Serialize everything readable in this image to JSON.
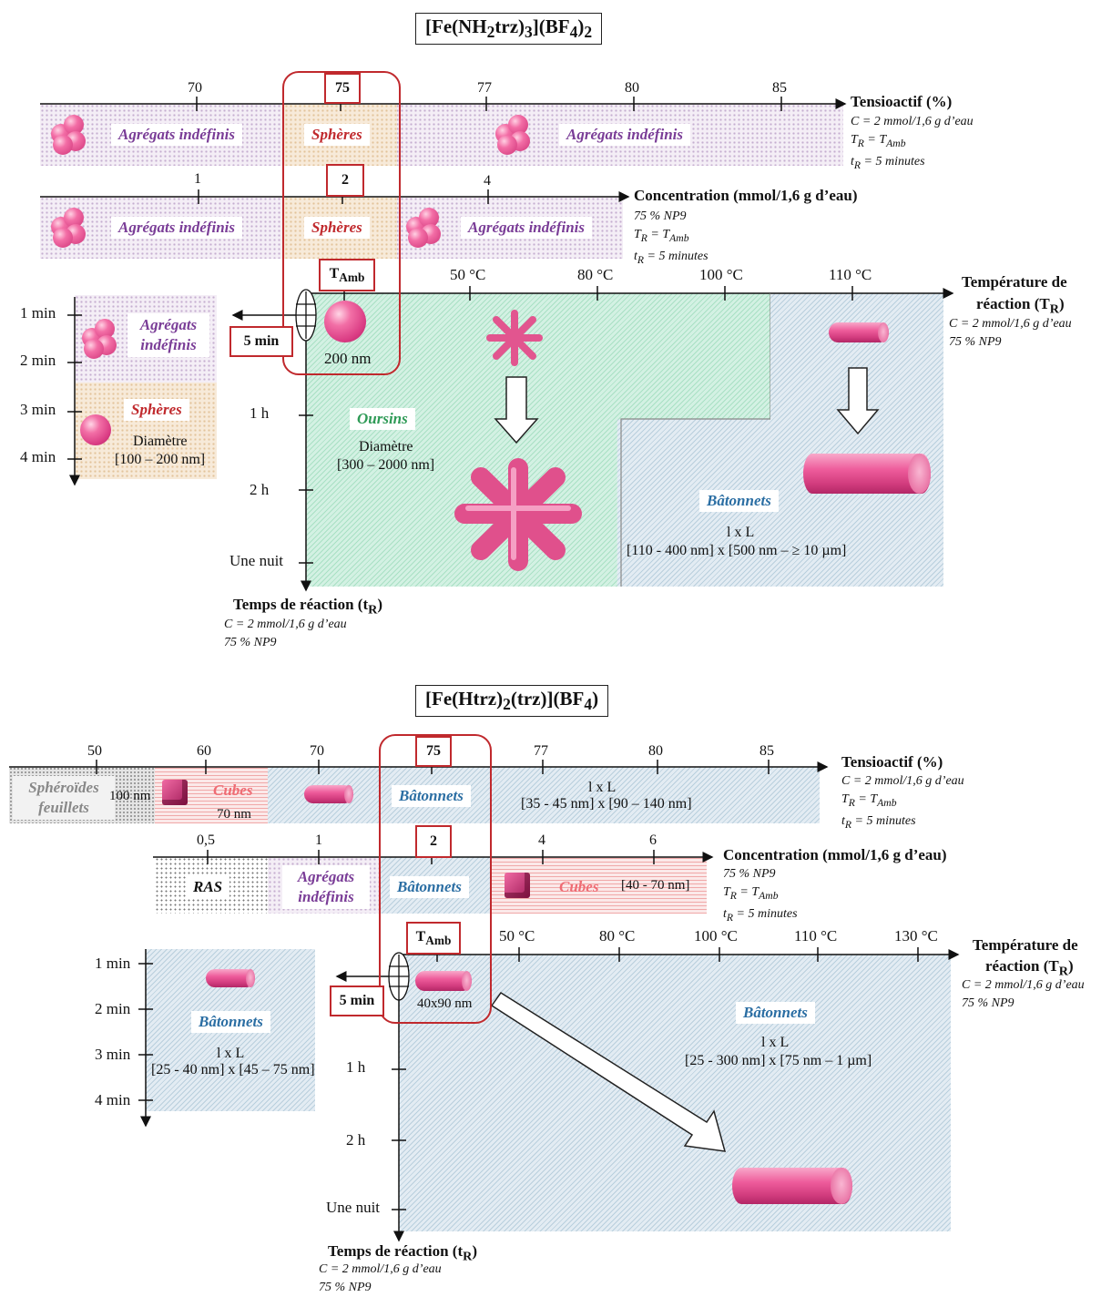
{
  "colors": {
    "accent": "#c0292d",
    "particle": "#ef5f9e",
    "purple": "#7a3d97",
    "blue": "#2b6ea3",
    "green": "#2e9a56"
  },
  "top": {
    "title": "[Fe(NH<sub>2</sub>trz)<sub>3</sub>](BF<sub>4</sub>)<sub>2</sub>",
    "surfactant_axis": {
      "label": "Tensioactif (%)",
      "ticks": [
        "70",
        "75",
        "77",
        "80",
        "85"
      ],
      "highlight": "75",
      "conditions": [
        "C = 2 mmol/1,6 g d’eau",
        "T<sub>R</sub> = T<sub>Amb</sub>",
        "t<sub>R</sub> = 5 minutes"
      ],
      "regions": [
        "Agrégats indéfinis",
        "Sphères",
        "Agrégats indéfinis"
      ]
    },
    "concentration_axis": {
      "label": "Concentration (mmol/1,6 g d’eau)",
      "ticks": [
        "1",
        "2",
        "4"
      ],
      "highlight": "2",
      "conditions": [
        "75 % NP9",
        "T<sub>R</sub> = T<sub>Amb</sub>",
        "t<sub>R</sub> = 5 minutes"
      ],
      "regions": [
        "Agrégats indéfinis",
        "Sphères",
        "Agrégats indéfinis"
      ]
    },
    "temperature_axis": {
      "label_line1": "Température de",
      "label_line2": "réaction (T<sub>R</sub>)",
      "ticks": [
        "50 °C",
        "80 °C",
        "100 °C",
        "110 °C"
      ],
      "highlight": "T<sub>Amb</sub>",
      "conditions": [
        "C = 2 mmol/1,6 g d’eau",
        "75 % NP9"
      ]
    },
    "time_axis": {
      "label": "Temps de réaction (t<sub>R</sub>)",
      "ticks": [
        "1 h",
        "2 h",
        "Une nuit"
      ],
      "highlight": "5 min",
      "conditions": [
        "C = 2 mmol/1,6 g d’eau",
        "75 % NP9"
      ]
    },
    "short_time_axis": {
      "ticks": [
        "1 min",
        "2 min",
        "3 min",
        "4 min"
      ],
      "regions": [
        "Agrégats indéfinis",
        "Sphères"
      ],
      "sphere_size_label": "Diamètre",
      "sphere_size": "[100 – 200 nm]"
    },
    "sphere_size": "200 nm",
    "urchins": {
      "label": "Oursins",
      "size_label": "Diamètre",
      "size": "[300 – 2000 nm]"
    },
    "rods": {
      "label": "Bâtonnets",
      "dims_label": "l x L",
      "dims": "[110 - 400 nm] x [500 nm – ≥ 10 µm]"
    }
  },
  "bottom": {
    "title": "[Fe(Htrz)<sub>2</sub>(trz)](BF<sub>4</sub>)",
    "surfactant_axis": {
      "label": "Tensioactif (%)",
      "ticks": [
        "50",
        "60",
        "70",
        "75",
        "77",
        "80",
        "85"
      ],
      "highlight": "75",
      "conditions": [
        "C = 2 mmol/1,6 g d’eau",
        "T<sub>R</sub> = T<sub>Amb</sub>",
        "t<sub>R</sub> = 5 minutes"
      ],
      "regions": {
        "spheroids": "Sphéroïdes feuillets",
        "spheroid_size": "100 nm",
        "cubes": "Cubes",
        "cube_size": "70 nm",
        "rods": "Bâtonnets",
        "rods_dims_label": "l x L",
        "rods_dims": "[35 - 45 nm] x [90 – 140 nm]"
      }
    },
    "concentration_axis": {
      "label": "Concentration (mmol/1,6 g d’eau)",
      "ticks": [
        "0,5",
        "1",
        "2",
        "4",
        "6"
      ],
      "highlight": "2",
      "conditions": [
        "75 % NP9",
        "T<sub>R</sub> = T<sub>Amb</sub>",
        "t<sub>R</sub> = 5 minutes"
      ],
      "regions": {
        "ras": "RAS",
        "aggregates": "Agrégats indéfinis",
        "rods": "Bâtonnets",
        "cubes": "Cubes",
        "cube_size": "[40 - 70 nm]"
      }
    },
    "temperature_axis": {
      "label_line1": "Température de",
      "label_line2": "réaction (T<sub>R</sub>)",
      "ticks": [
        "50 °C",
        "80 °C",
        "100 °C",
        "110 °C",
        "130 °C"
      ],
      "highlight": "T<sub>Amb</sub>",
      "conditions": [
        "C = 2 mmol/1,6 g d’eau",
        "75 % NP9"
      ]
    },
    "time_axis": {
      "label": "Temps de réaction (t<sub>R</sub>)",
      "ticks": [
        "1 h",
        "2 h",
        "Une nuit"
      ],
      "highlight": "5 min",
      "conditions": [
        "C = 2 mmol/1,6 g d’eau",
        "75 % NP9"
      ]
    },
    "short_time_axis": {
      "ticks": [
        "1 min",
        "2 min",
        "3 min",
        "4 min"
      ],
      "rods": "Bâtonnets",
      "dims_label": "l x L",
      "dims": "[25 - 40 nm] x [45 – 75 nm]"
    },
    "rod_size": "40x90 nm",
    "rods": {
      "label": "Bâtonnets",
      "dims_label": "l x L",
      "dims": "[25 - 300 nm] x [75 nm – 1 µm]"
    }
  }
}
